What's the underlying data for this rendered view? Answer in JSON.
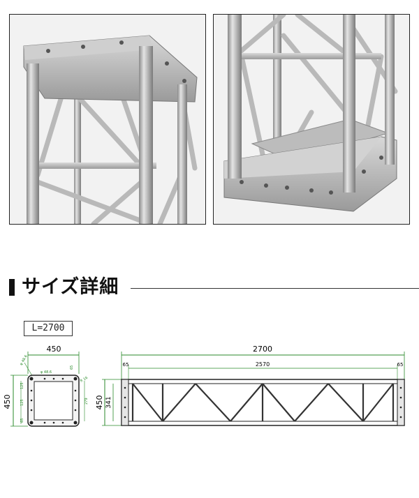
{
  "section": {
    "title": "サイズ詳細"
  },
  "length_label": "L=2700",
  "end_view": {
    "width": "450",
    "height": "450",
    "corner_a": "φ 48.6",
    "corner_b": "φ 48.6",
    "top_right": "65",
    "right_side": "279",
    "right_notch": "R 16",
    "left_top": "125",
    "left_mid": "125",
    "left_bottom": "65"
  },
  "side_view": {
    "overall": "2700",
    "inner": "2570",
    "end_left": "65",
    "end_right": "65",
    "height_outer": "450",
    "height_inner": "341"
  },
  "colors": {
    "dimension": "#2a8a2a",
    "steel": "#a9a9a9",
    "outline": "#222222"
  }
}
